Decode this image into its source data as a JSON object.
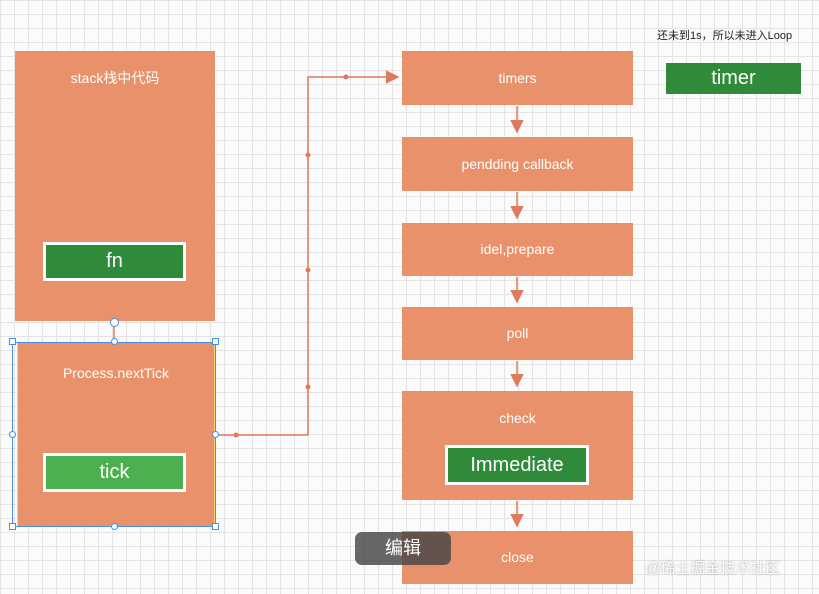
{
  "stack": {
    "title": "stack栈中代码",
    "fn_label": "fn"
  },
  "process": {
    "title": "Process.nextTick",
    "tick_label": "tick"
  },
  "phases": [
    {
      "label": "timers"
    },
    {
      "label": "pendding callback"
    },
    {
      "label": "idel,prepare"
    },
    {
      "label": "poll"
    },
    {
      "label": "check",
      "inner_label": "Immediate"
    },
    {
      "label": "close"
    }
  ],
  "note": {
    "text": "还未到1s，所以未进入Loop",
    "timer_label": "timer"
  },
  "toolbar": {
    "edit_label": "编辑"
  },
  "watermark": {
    "text": "@稀土掘金技术社区"
  },
  "colors": {
    "box": "#e9916a",
    "green_dark": "#2f8a3a",
    "green_light": "#4caf50",
    "arrow": "#e07a5f",
    "selection": "#4a90e2"
  }
}
